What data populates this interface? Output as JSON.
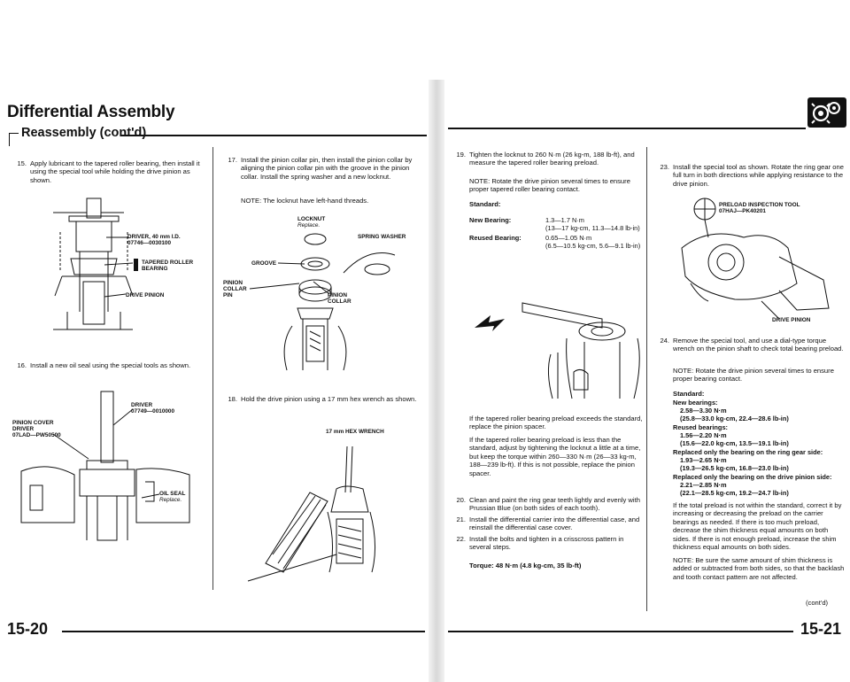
{
  "header": {
    "title": "Differential Assembly",
    "subtitle": "Reassembly (cont'd)",
    "icon": "gear-assembly-icon"
  },
  "left_page": {
    "steps": [
      {
        "num": "15.",
        "text": "Apply lubricant to the tapered roller bearing, then install it using the special tool while holding the drive pinion as shown."
      },
      {
        "num": "16.",
        "text": "Install a new oil seal using the special tools as shown."
      },
      {
        "num": "17.",
        "text": "Install the pinion collar pin, then install the pinion collar by aligning the pinion collar pin with the groove in the pinion collar. Install the spring washer and a new locknut."
      },
      {
        "num": "18.",
        "text": "Hold the drive pinion using a 17 mm hex wrench as shown."
      }
    ],
    "note17": "NOTE: The locknut have left-hand threads.",
    "callouts": {
      "driver": "DRIVER, 40 mm I.D.",
      "driver_pn": "07746—0030100",
      "tapered_bearing": "TAPERED ROLLER",
      "tapered_bearing_2": "BEARING",
      "drive_pinion": "DRIVE PINION",
      "driver2": "DRIVER",
      "driver2_pn": "07749—0010000",
      "pinion_cover": "PINION COVER",
      "pinion_cover_2": "DRIVER",
      "pinion_cover_pn": "07LAD—PW50500",
      "oil_seal": "OIL SEAL",
      "oil_seal_sub": "Replace.",
      "locknut": "LOCKNUT",
      "locknut_sub": "Replace.",
      "spring_washer": "SPRING WASHER",
      "groove": "GROOVE",
      "pinion_collar_pin": "PINION",
      "pinion_collar_pin_2": "COLLAR",
      "pinion_collar_pin_3": "PIN",
      "pinion_collar": "PINION",
      "pinion_collar_2": "COLLAR",
      "hex_wrench": "17 mm HEX WRENCH"
    },
    "page_number": "15-20"
  },
  "right_page": {
    "step19": {
      "num": "19.",
      "text": "Tighten the locknut to 260 N·m (26 kg-m, 188 lb-ft), and measure the tapered roller bearing preload."
    },
    "note19": "NOTE: Rotate the drive pinion several times to ensure proper tapered roller bearing contact.",
    "standard_label": "Standard:",
    "new_bearing_label": "New Bearing:",
    "new_bearing_val1": "1.3—1.7 N·m",
    "new_bearing_val2": "(13—17 kg-cm, 11.3—14.8 lb-in)",
    "reused_bearing_label": "Reused Bearing:",
    "reused_bearing_val1": "0.65—1.05 N·m",
    "reused_bearing_val2": "(6.5—10.5 kg-cm, 5.6—9.1 lb-in)",
    "para_exceeds": "If the tapered roller bearing preload exceeds the standard, replace the pinion spacer.",
    "para_less": "If the tapered roller bearing preload is less than the standard, adjust by tightening the locknut a little at a time, but keep the torque within 260—330 N·m (26—33 kg-m, 188—239 lb-ft). If this is not possible, replace the pinion spacer.",
    "steps_mid": [
      {
        "num": "20.",
        "text": "Clean and paint the ring gear teeth lightly and evenly with Prussian Blue (on both sides of each tooth)."
      },
      {
        "num": "21.",
        "text": "Install the differential carrier into the differential case, and reinstall the differential case cover."
      },
      {
        "num": "22.",
        "text": "Install the bolts and tighten in a crisscross pattern in several steps."
      }
    ],
    "torque": "Torque: 48 N·m (4.8 kg-cm, 35 lb-ft)",
    "step23": {
      "num": "23.",
      "text": "Install the special tool as shown. Rotate the ring gear one full turn in both directions while applying resistance to the drive pinion."
    },
    "callout_preload": "PRELOAD INSPECTION TOOL",
    "callout_preload_pn": "07HAJ—PK40201",
    "callout_drive_pinion": "DRIVE PINION",
    "step24": {
      "num": "24.",
      "text": "Remove the special tool, and use a dial-type torque wrench on the pinion shaft to check total bearing preload."
    },
    "note24": "NOTE: Rotate the drive pinion several times to ensure proper bearing contact.",
    "standard24_label": "Standard:",
    "specs24": [
      {
        "label": "New bearings:",
        "v1": "2.58—3.30 N·m",
        "v2": "(25.8—33.0 kg-cm, 22.4—28.6 lb-in)"
      },
      {
        "label": "Reused bearings:",
        "v1": "1.56—2.20 N·m",
        "v2": "(15.6—22.0 kg-cm, 13.5—19.1 lb-in)"
      },
      {
        "label": "Replaced only the bearing on the ring gear side:",
        "v1": "1.93—2.65 N·m",
        "v2": "(19.3—26.5 kg-cm, 16.8—23.0 lb-in)"
      },
      {
        "label": "Replaced only the bearing on the drive pinion side:",
        "v1": "2.21—2.85 N·m",
        "v2": "(22.1—28.5 kg-cm, 19.2—24.7 lb-in)"
      }
    ],
    "para_total": "If the total preload is not within the standard, correct it by increasing or decreasing the preload on the carrier bearings as needed. If there is too much preload, decrease the shim thickness equal amounts on both sides. If there is not enough preload, increase the shim thickness equal amounts on both sides.",
    "note_shim": "NOTE: Be sure the same amount of shim thickness is added or subtracted from both sides, so that the backlash and tooth contact pattern are not affected.",
    "contd": "(cont'd)",
    "page_number": "15-21"
  }
}
